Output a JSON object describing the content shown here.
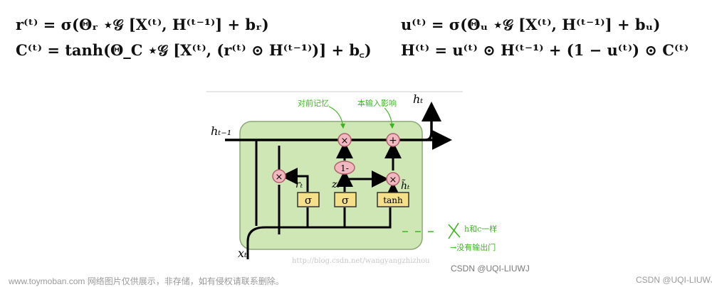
{
  "equations": {
    "r": "r⁽ᵗ⁾ =    σ(Θᵣ ⋆𝒢 [X⁽ᵗ⁾, H⁽ᵗ⁻¹⁾] + bᵣ)",
    "u": "u⁽ᵗ⁾ = σ(Θᵤ ⋆𝒢 [X⁽ᵗ⁾, H⁽ᵗ⁻¹⁾] + bᵤ)",
    "c": "C⁽ᵗ⁾ =  tanh(Θ_C ⋆𝒢 [X⁽ᵗ⁾, (r⁽ᵗ⁾ ⊙ H⁽ᵗ⁻¹⁾)] + b꜀)",
    "h": "H⁽ᵗ⁾ = u⁽ᵗ⁾ ⊙ H⁽ᵗ⁻¹⁾ + (1 − u⁽ᵗ⁾) ⊙ C⁽ᵗ⁾"
  },
  "diagram": {
    "h_prev": "hₜ₋₁",
    "h_t": "hₜ",
    "x_t": "xₜ",
    "r_t": "rₜ",
    "z_t": "zₜ",
    "h_tilde": "h̃ₜ",
    "multiply": "×",
    "add": "+",
    "one_minus": "1-",
    "sigma": "σ",
    "tanh": "tanh",
    "annotation_memory": "对前记忆",
    "annotation_input": "本输入影响",
    "annotation_same": "h和c一样",
    "annotation_no_gate": "→没有输出门",
    "url_watermark": "http://blog.csdn.net/wangyangzhizhou"
  },
  "watermarks": {
    "left": "www.toymoban.com 网络图片仅供展示，非存储，如有侵权请联系删除。",
    "csdn_center": "CSDN @UQI-LIUWJ",
    "csdn_right": "CSDN @UQI-LIUWJ"
  },
  "colors": {
    "cell_fill": "#cfe6b5",
    "cell_stroke": "#8aa877",
    "op_fill": "#f2b8c0",
    "gate_fill": "#f5e08a",
    "annotation": "#3cb521"
  }
}
